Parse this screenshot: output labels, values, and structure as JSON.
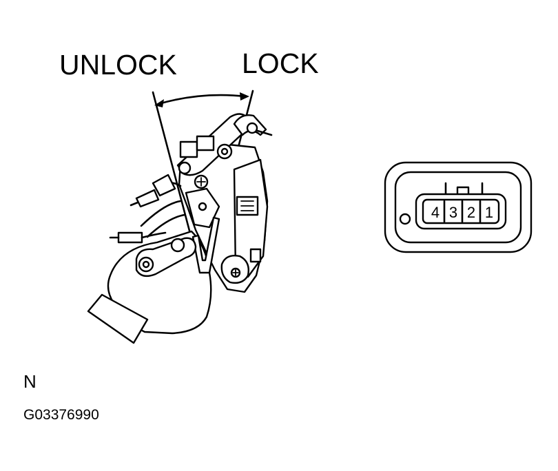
{
  "labels": {
    "unlock": "UNLOCK",
    "lock": "LOCK",
    "view": "N",
    "figure_id": "G03376990"
  },
  "connector": {
    "pins": [
      "4",
      "3",
      "2",
      "1"
    ]
  }
}
